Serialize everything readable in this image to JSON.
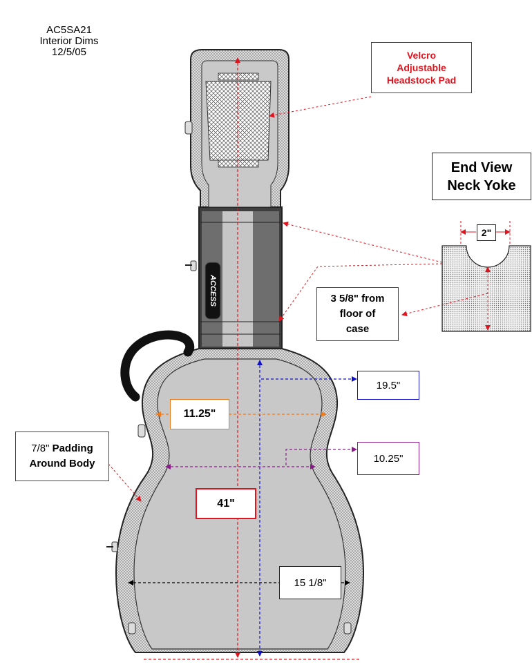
{
  "header": {
    "line1": "AC5SA21",
    "line2": "Interior Dims",
    "line3": "12/5/05"
  },
  "labels": {
    "velcro": [
      "Velcro",
      "Adjustable",
      "Headstock Pad"
    ],
    "end_view": [
      "End View",
      "Neck Yoke"
    ],
    "yoke_width": "2\"",
    "yoke_height": [
      "3 5/8\" from",
      "floor of",
      "case"
    ],
    "upper_bout": "19.5\"",
    "upper_width": "11.25\"",
    "waist": "10.25\"",
    "padding_frac": "7/8\"",
    "padding_rest": " Padding",
    "padding_line2": "Around Body",
    "length": "41\"",
    "lower_bout": "15 1/8\"",
    "brand": "ACCESS"
  },
  "colors": {
    "red": "#e0141e",
    "blue": "#1010c8",
    "orange": "#ee7a1a",
    "purple": "#8a1a8a",
    "interior": "#c8c8c8",
    "case_dark": "#3a3a3a"
  }
}
